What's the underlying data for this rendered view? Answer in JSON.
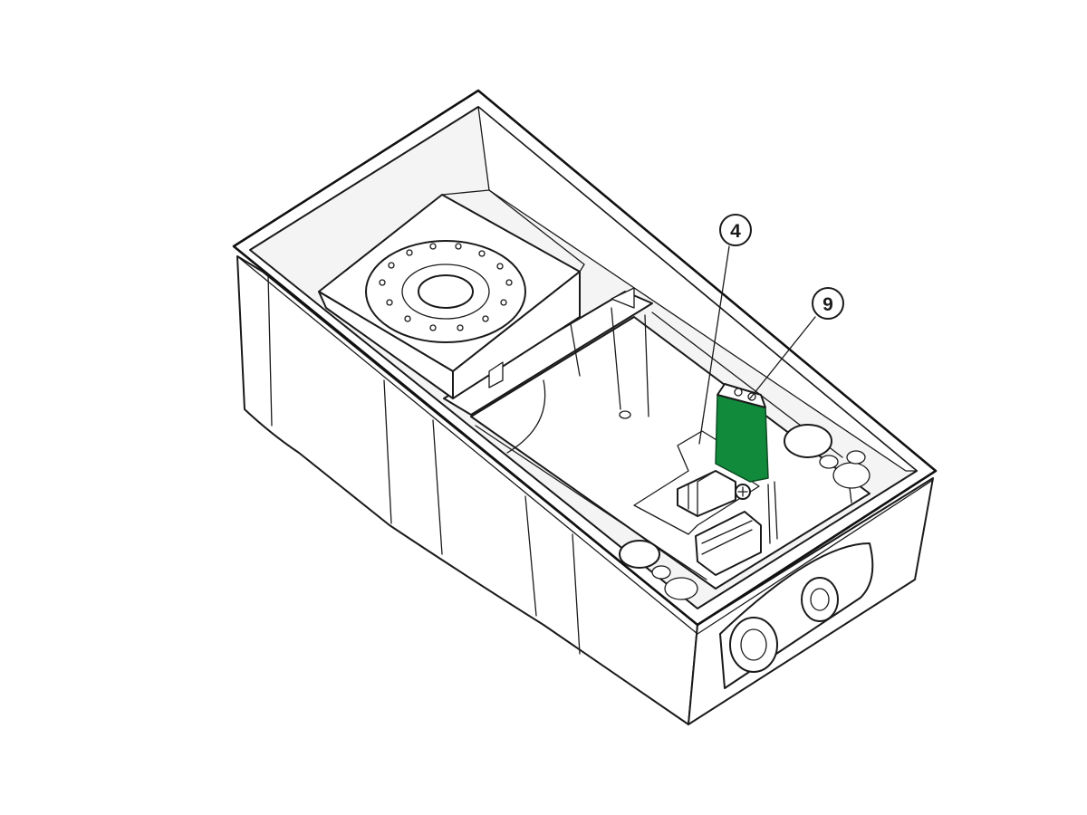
{
  "callouts": [
    {
      "label": "4",
      "part": "base-plate"
    },
    {
      "label": "9",
      "part": "circuit-board"
    }
  ],
  "colors": {
    "circuit_board": "#118a3c",
    "base_plate": "#d6d6d6",
    "line": "#1a1a1a",
    "background": "#ffffff"
  }
}
